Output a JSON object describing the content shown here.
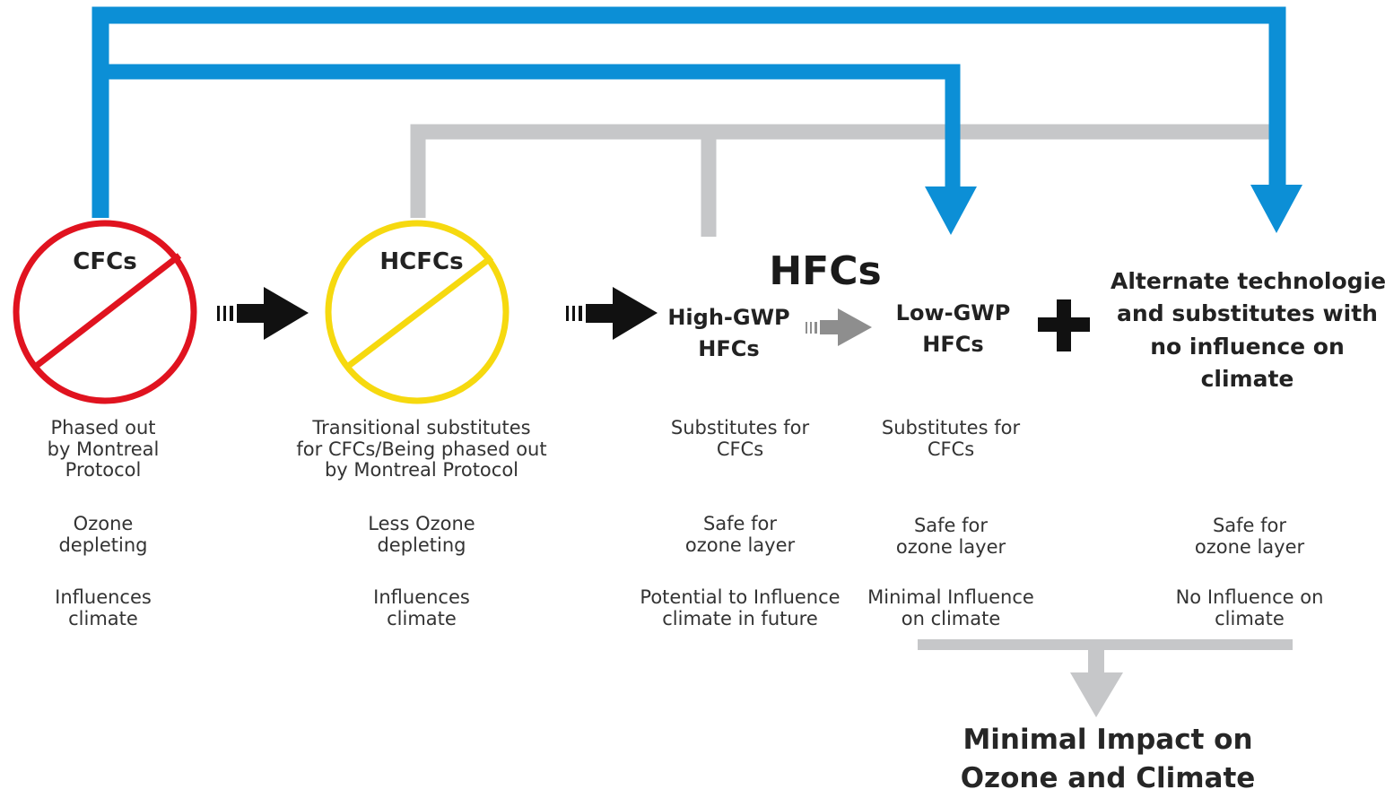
{
  "colors": {
    "blue": "#0c8fd6",
    "gray": "#c6c7c9",
    "red": "#e0131f",
    "yellow": "#f6d90f",
    "black": "#111111",
    "arrow_gray": "#8e8e8e"
  },
  "nodes": {
    "cfcs": {
      "title": "CFCs",
      "desc1": "Phased out\nby Montreal\nProtocol",
      "desc2": "Ozone\ndepleting",
      "desc3": "Influences\nclimate",
      "icon": "prohibited-circle-icon"
    },
    "hcfcs": {
      "title": "HCFCs",
      "desc1": "Transitional substitutes\nfor CFCs/Being phased out\nby Montreal Protocol",
      "desc2": "Less Ozone\ndepleting",
      "desc3": "Influences\nclimate",
      "icon": "prohibited-circle-icon"
    },
    "hfcs_heading": "HFCs",
    "high_gwp": {
      "title": "High-GWP\nHFCs",
      "desc1": "Substitutes for\nCFCs",
      "desc2": "Safe for\nozone layer",
      "desc3": "Potential to Influence\nclimate in future"
    },
    "low_gwp": {
      "title": "Low-GWP\nHFCs",
      "desc1": "Substitutes for\nCFCs",
      "desc2": "Safe for\nozone layer",
      "desc3": "Minimal Influence\non climate"
    },
    "alternate": {
      "title": "Alternate technologies\nand substitutes with\nno influence on\nclimate",
      "desc2": "Safe for\nozone layer",
      "desc3": "No Influence on\nclimate"
    },
    "result": "Minimal Impact on\nOzone and Climate"
  }
}
